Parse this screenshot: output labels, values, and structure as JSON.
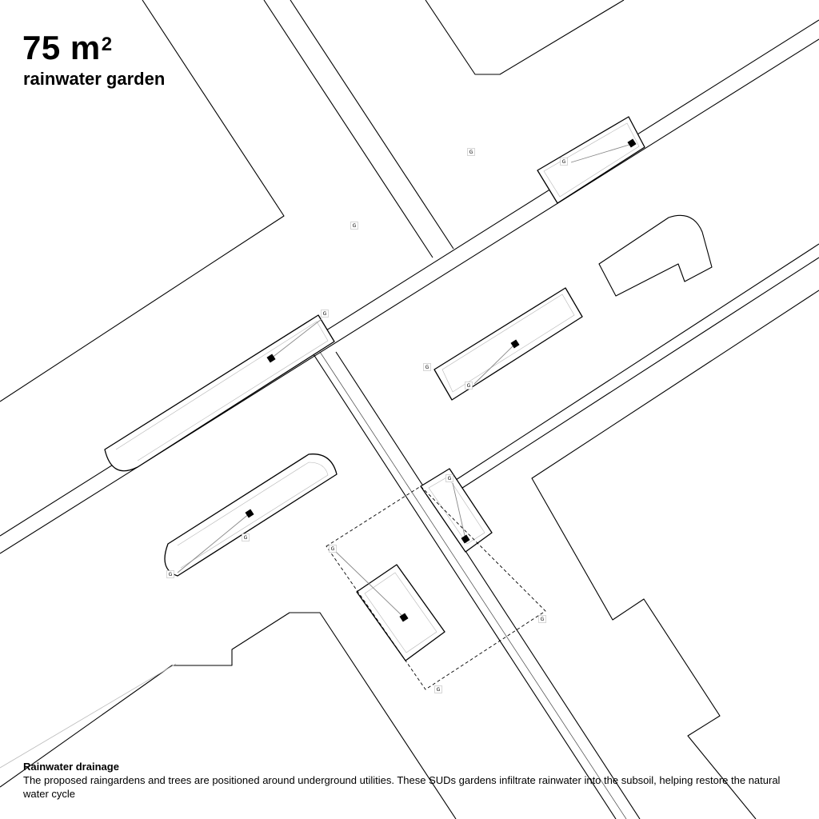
{
  "header": {
    "area_value": "75 m",
    "area_unit_sup": "2",
    "subtitle": "rainwater garden"
  },
  "caption": {
    "title": "Rainwater drainage",
    "body": "The proposed raingardens and trees are positioned around underground utilities. These SUDs gardens infiltrate rainwater into the subsoil, helping restore the natural water cycle"
  },
  "markers": {
    "gully_label": "G"
  },
  "colors": {
    "line": "#000000",
    "fine_line": "#9a9a9a",
    "background": "#ffffff"
  }
}
